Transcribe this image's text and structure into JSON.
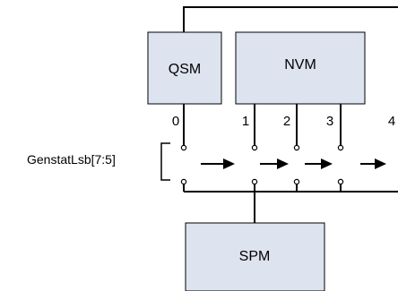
{
  "blocks": {
    "qsm": "QSM",
    "nvm": "NVM",
    "spm": "SPM"
  },
  "signal_label": "GenstatLsb[7:5]",
  "positions": [
    "0",
    "1",
    "2",
    "3",
    "4"
  ],
  "colors": {
    "block_fill": "#dde3ef",
    "line": "#000000"
  }
}
